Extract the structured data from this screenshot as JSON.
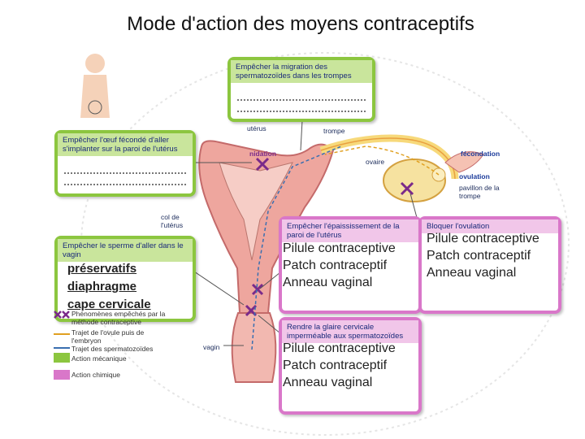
{
  "title": "Mode d'action des moyens contraceptifs",
  "boxes": {
    "migration": {
      "heading": "Empêcher la migration des spermatozoïdes dans les trompes"
    },
    "implantation": {
      "heading": "Empêcher l'œuf fécondé d'aller s'implanter sur la paroi de l'utérus"
    },
    "vagin": {
      "heading": "Empêcher le sperme d'aller dans le vagin",
      "answers": [
        "préservatifs",
        "diaphragme",
        "cape cervicale"
      ]
    },
    "epaississement": {
      "heading": "Empêcher l'épaississement de la paroi de l'utérus",
      "answers": [
        "Pilule contraceptive",
        "Patch contraceptif",
        "Anneau vaginal"
      ]
    },
    "ovulation": {
      "heading": "Bloquer l'ovulation",
      "answers": [
        "Pilule contraceptive",
        "Patch contraceptif",
        "Anneau vaginal"
      ]
    },
    "glaire": {
      "heading": "Rendre la glaire cervicale imperméable aux spermatozoïdes",
      "answers": [
        "Pilule contraceptive",
        "Patch contraceptif",
        "Anneau vaginal"
      ]
    }
  },
  "anatomy_labels": {
    "uterus": "utérus",
    "trompe": "trompe",
    "nidation": "nidation",
    "ovaire": "ovaire",
    "fecondation": "fécondation",
    "ovulation": "ovulation",
    "pavillon": "pavillon de la trompe",
    "col": "col de l'utérus",
    "vagin": "vagin"
  },
  "legend": [
    {
      "label": "Phénomènes empêchés par la méthode contraceptive",
      "color": "#7a2a8a"
    },
    {
      "label": "Trajet de l'ovule puis de l'embryon",
      "color": "#e0a020"
    },
    {
      "label": "Trajet des spermatozoïdes",
      "color": "#3a6fb0"
    },
    {
      "label": "Action mécanique",
      "color": "#8cc63f"
    },
    {
      "label": "Action chimique",
      "color": "#d977c9"
    }
  ],
  "colors": {
    "mechanical": "#8cc63f",
    "chemical": "#d977c9",
    "tissue": "#e9a5a0"
  }
}
